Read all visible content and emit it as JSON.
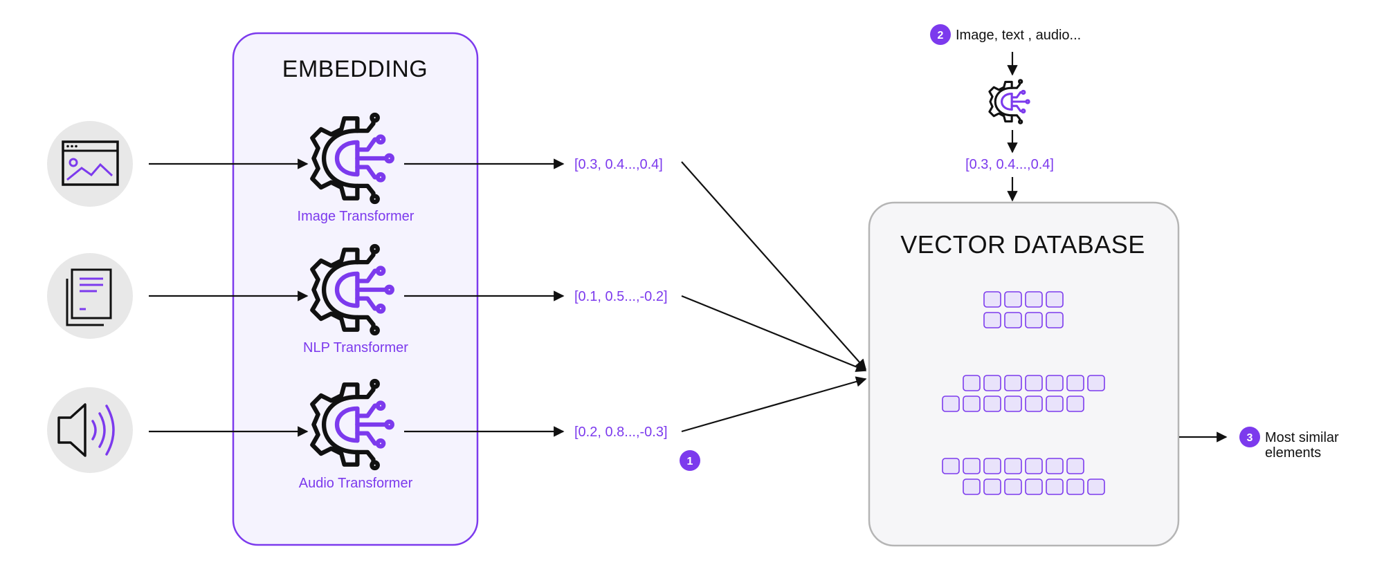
{
  "embedding": {
    "title": "EMBEDDING"
  },
  "transformers": [
    {
      "label": "Image Transformer",
      "vector": "[0.3, 0.4...,0.4]"
    },
    {
      "label": "NLP Transformer",
      "vector": "[0.1, 0.5...,-0.2]"
    },
    {
      "label": "Audio Transformer",
      "vector": "[0.2, 0.8...,-0.3]"
    }
  ],
  "inputs": [
    {
      "icon": "image-window-icon"
    },
    {
      "icon": "document-icon"
    },
    {
      "icon": "speaker-icon"
    }
  ],
  "query": {
    "step": "2",
    "text": "Image, text , audio...",
    "vector": "[0.3, 0.4...,0.4]"
  },
  "vector_db": {
    "title": "VECTOR DATABASE"
  },
  "step1": {
    "num": "1"
  },
  "result": {
    "step": "3",
    "line1": "Most similar",
    "line2": "elements"
  },
  "colors": {
    "accent": "#7c3aed",
    "embedding_fill": "#f5f3fe",
    "db_fill": "#f6f6f8",
    "db_stroke": "#b5b5b5",
    "icon_circle": "#e8e8e8"
  }
}
